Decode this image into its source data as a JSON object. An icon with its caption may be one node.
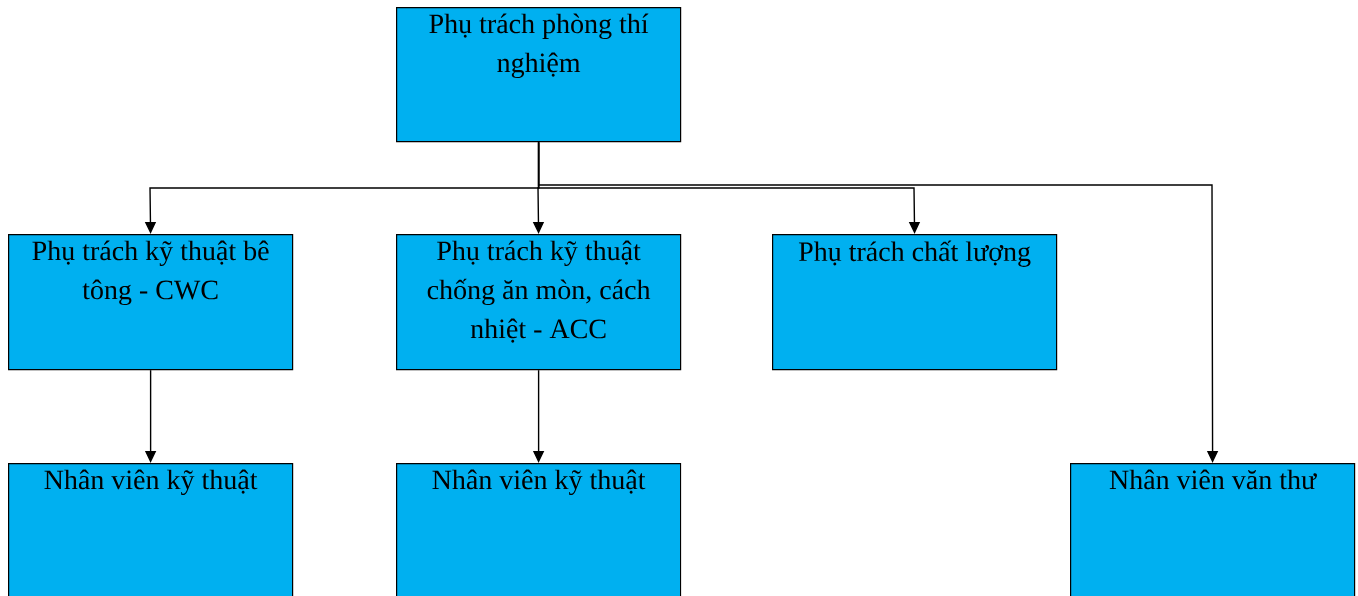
{
  "diagram": {
    "nodes": [
      {
        "text": [
          "Phụ trách phòng thí nghiệm"
        ]
      },
      {
        "text": [
          "Phụ trách kỹ thuật bê tông - CWC"
        ]
      },
      {
        "text": [
          "Phụ trách kỹ thuật chống ăn mòn, cách nhiệt - ACC"
        ]
      },
      {
        "text": [
          "Phụ trách chất lượng"
        ]
      },
      {
        "text": [
          "Nhân viên kỹ thuật"
        ]
      },
      {
        "text": [
          "Nhân viên kỹ thuật"
        ]
      },
      {
        "text": [
          "Nhân viên văn thư"
        ]
      }
    ],
    "edges": [
      {
        "from": 0,
        "to": 1,
        "arrow": "to"
      },
      {
        "from": 0,
        "to": 2,
        "arrow": "to"
      },
      {
        "from": 0,
        "to": 3,
        "arrow": "to"
      },
      {
        "from": 0,
        "to": 6,
        "arrow": "to"
      },
      {
        "from": 1,
        "to": 4,
        "arrow": "to"
      },
      {
        "from": 2,
        "to": 5,
        "arrow": "to"
      }
    ]
  }
}
